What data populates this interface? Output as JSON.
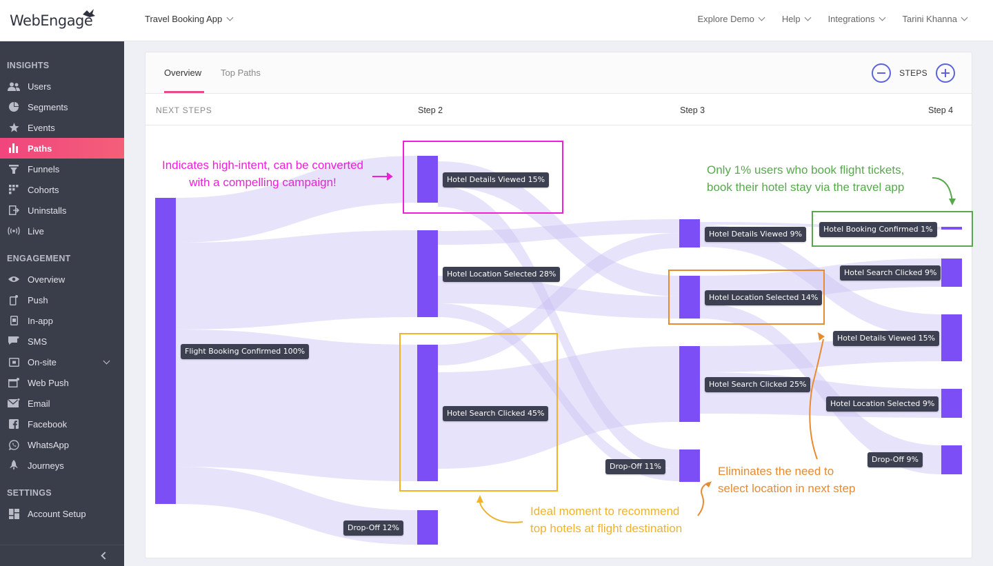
{
  "topbar": {
    "logo_text": "WebEngage",
    "app_name": "Travel Booking App",
    "nav": [
      "Explore Demo",
      "Help",
      "Integrations",
      "Tarini Khanna"
    ]
  },
  "sidebar": {
    "sections": [
      {
        "title": "INSIGHTS",
        "items": [
          {
            "label": "Users",
            "icon": "users-icon"
          },
          {
            "label": "Segments",
            "icon": "pie-chart-icon"
          },
          {
            "label": "Events",
            "icon": "star-icon"
          },
          {
            "label": "Paths",
            "icon": "bar-chart-icon",
            "active": true
          },
          {
            "label": "Funnels",
            "icon": "funnel-icon"
          },
          {
            "label": "Cohorts",
            "icon": "grid-icon"
          },
          {
            "label": "Uninstalls",
            "icon": "uninstall-icon"
          },
          {
            "label": "Live",
            "icon": "live-signal-icon"
          }
        ]
      },
      {
        "title": "ENGAGEMENT",
        "items": [
          {
            "label": "Overview",
            "icon": "eye-icon"
          },
          {
            "label": "Push",
            "icon": "mobile-push-icon"
          },
          {
            "label": "In-app",
            "icon": "in-app-icon"
          },
          {
            "label": "SMS",
            "icon": "sms-icon"
          },
          {
            "label": "On-site",
            "icon": "on-site-icon",
            "expandable": true
          },
          {
            "label": "Web Push",
            "icon": "web-push-icon"
          },
          {
            "label": "Email",
            "icon": "email-icon"
          },
          {
            "label": "Facebook",
            "icon": "facebook-icon"
          },
          {
            "label": "WhatsApp",
            "icon": "whatsapp-icon"
          },
          {
            "label": "Journeys",
            "icon": "rocket-icon"
          }
        ]
      },
      {
        "title": "SETTINGS",
        "items": [
          {
            "label": "Account Setup",
            "icon": "account-setup-icon"
          }
        ]
      }
    ]
  },
  "tabs": [
    "Overview",
    "Top Paths"
  ],
  "steps_label": "STEPS",
  "columns": {
    "next_steps": "NEXT STEPS",
    "step2": "Step 2",
    "step3": "Step 3",
    "step4": "Step 4"
  },
  "nodes": {
    "s1_flight": "Flight Booking Confirmed 100%",
    "s2_details": "Hotel Details Viewed 15%",
    "s2_location": "Hotel Location Selected 28%",
    "s2_search": "Hotel Search Clicked 45%",
    "s2_drop": "Drop-Off 12%",
    "s3_details": "Hotel Details Viewed 9%",
    "s3_location": "Hotel Location Selected 14%",
    "s3_search": "Hotel Search Clicked 25%",
    "s3_drop": "Drop-Off 11%",
    "s4_booking": "Hotel Booking Confirmed 1%",
    "s4_search": "Hotel Search Clicked 9%",
    "s4_details": "Hotel Details Viewed 15%",
    "s4_location": "Hotel Location Selected 9%",
    "s4_drop": "Drop-Off 9%"
  },
  "annotations": {
    "magenta_1": "Indicates high-intent, can be converted",
    "magenta_2": "with a compelling campaign!",
    "green_1": "Only 1% users who book flight tickets,",
    "green_2": "book their hotel stay via the travel app",
    "orange_1": "Eliminates the need to",
    "orange_2": "select location in next step",
    "yellow_1": "Ideal moment to recommend",
    "yellow_2": "top hotels at flight destination"
  },
  "colors": {
    "accent": "#e94b8a",
    "node": "#7b4ff5",
    "flow": "#c9c0f5",
    "magenta": "#ee1fd8",
    "green": "#57a84d",
    "orange": "#e88a2e",
    "yellow": "#f0b22b"
  }
}
